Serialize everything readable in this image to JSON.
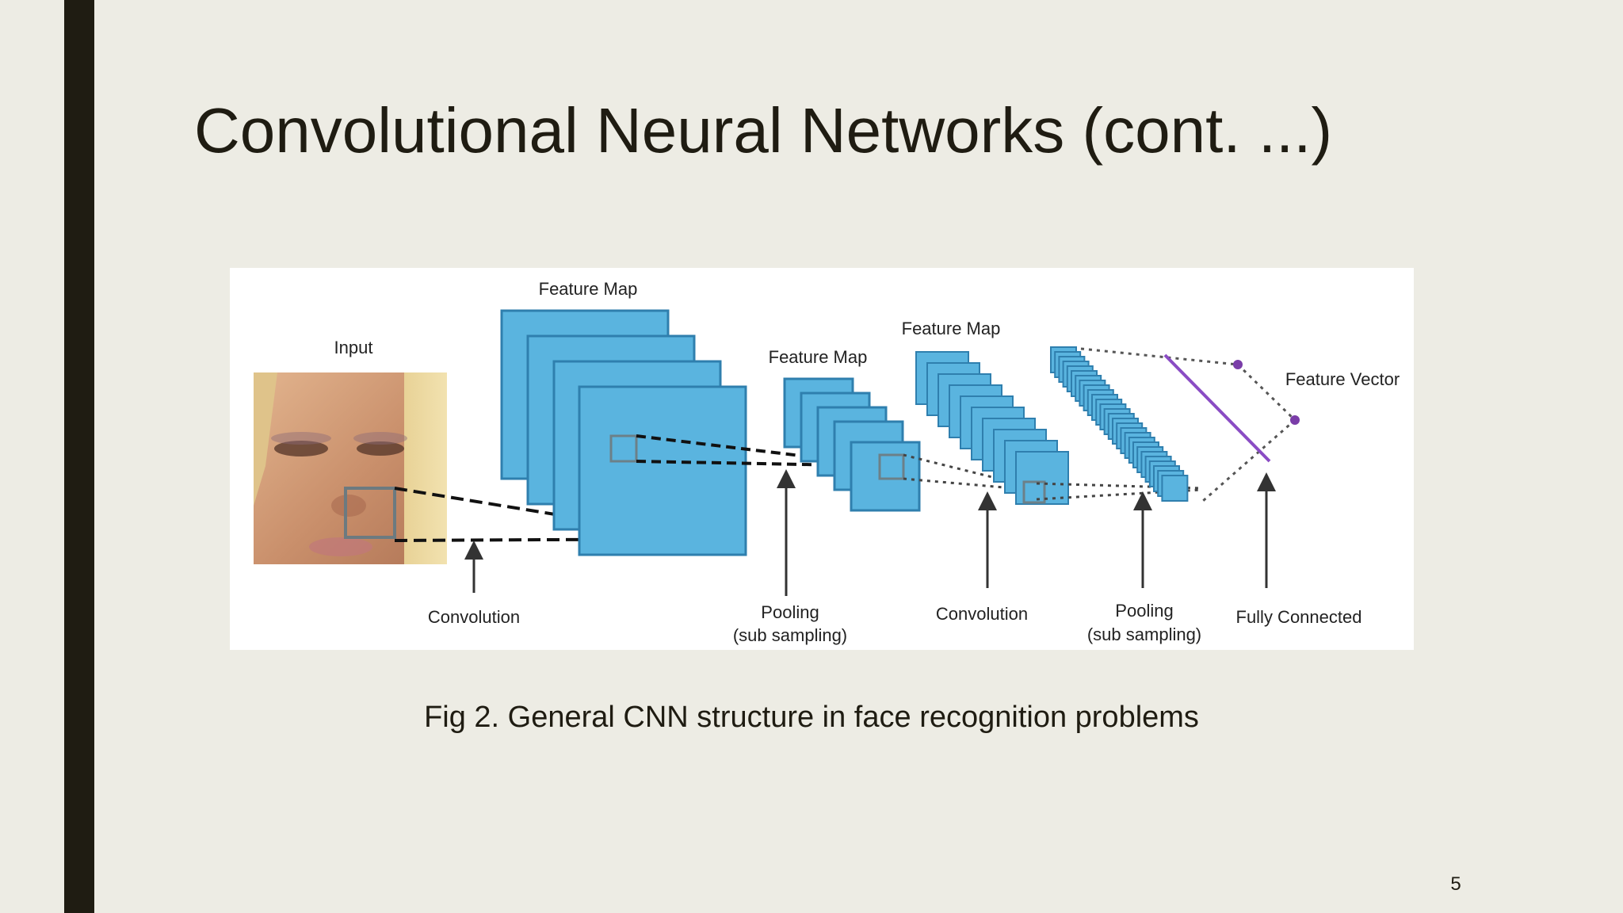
{
  "slide": {
    "title": "Convolutional Neural Networks (cont. ...)",
    "caption": "Fig 2. General CNN structure in face recognition problems",
    "page_number": "5"
  },
  "diagram": {
    "labels": {
      "input": "Input",
      "feature_map_1": "Feature Map",
      "feature_map_2": "Feature Map",
      "feature_map_3": "Feature Map",
      "feature_vector": "Feature Vector",
      "convolution_1": "Convolution",
      "pooling_1_line1": "Pooling",
      "pooling_1_line2": "(sub sampling)",
      "convolution_2": "Convolution",
      "pooling_2_line1": "Pooling",
      "pooling_2_line2": "(sub sampling)",
      "fully_connected": "Fully Connected"
    },
    "colors": {
      "map_fill": "#5ab4df",
      "map_stroke": "#2f7fae",
      "fc_line": "#8a4cc4",
      "node": "#7a3da8"
    }
  }
}
